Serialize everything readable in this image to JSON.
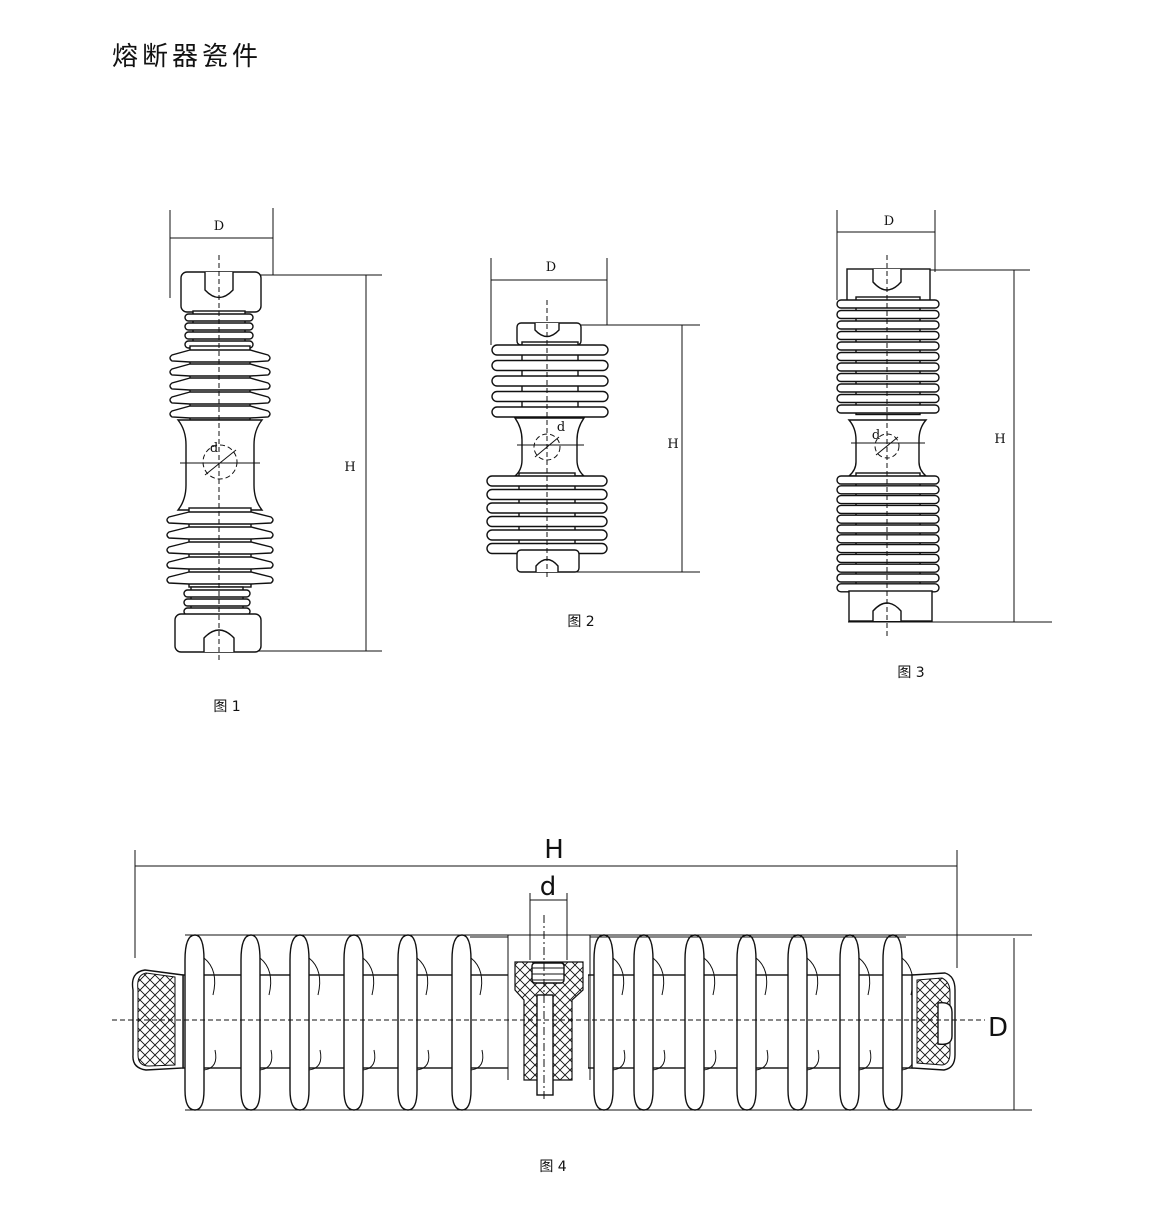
{
  "page": {
    "title": "熔断器瓷件"
  },
  "figures": [
    {
      "id": "fig1",
      "caption": "图 1",
      "labels": {
        "D": "D",
        "H": "H",
        "d": "d"
      }
    },
    {
      "id": "fig2",
      "caption": "图 2",
      "labels": {
        "D": "D",
        "H": "H",
        "d": "d"
      }
    },
    {
      "id": "fig3",
      "caption": "图 3",
      "labels": {
        "D": "D",
        "H": "H",
        "d": "d"
      }
    },
    {
      "id": "fig4",
      "caption": "图 4",
      "labels": {
        "D": "D",
        "H": "H",
        "d": "d"
      }
    }
  ]
}
